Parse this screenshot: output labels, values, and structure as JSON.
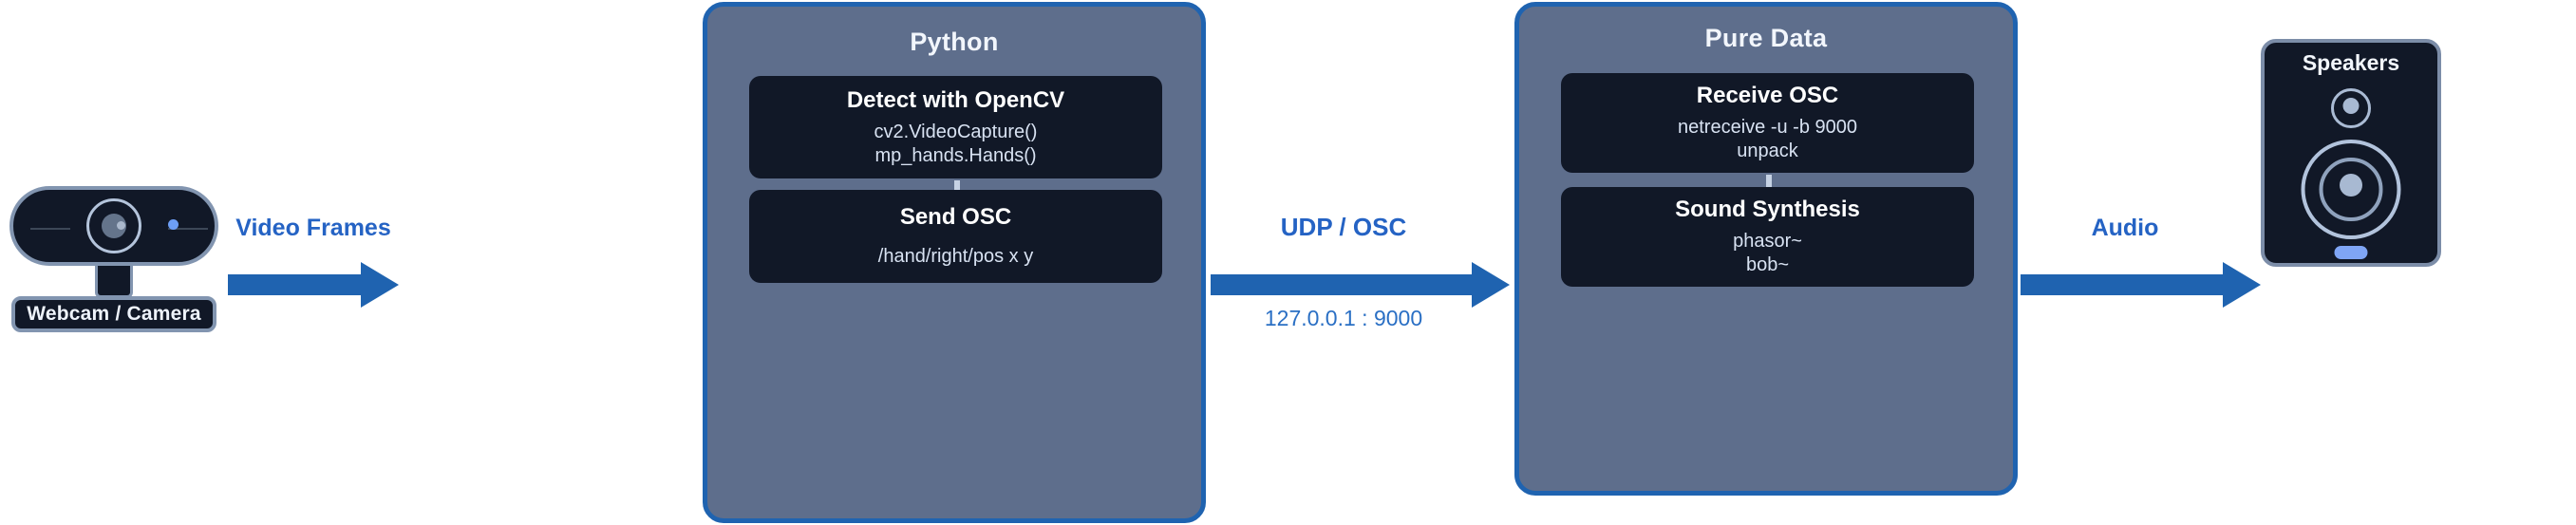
{
  "diagram": {
    "title": "Webcam to Python to Pure Data to Speakers OSC pipeline",
    "colors": {
      "background": "#ffffff",
      "arrow_blue": "#1f63b0",
      "label_blue": "#2563c4",
      "panel_fill": "#5e6e8c",
      "panel_border": "#1f63b0",
      "card_fill": "#111827",
      "device_fill": "#111827",
      "device_border": "#8295b0",
      "accent_led": "#6d9ef5",
      "text_light": "#eef3fb"
    }
  },
  "webcam": {
    "label": "Webcam / Camera",
    "icons": {
      "lens": "camera-lens-icon",
      "led": "status-led-icon"
    }
  },
  "arrows": [
    {
      "id": "video-frames",
      "label": "Video Frames",
      "sublabel": ""
    },
    {
      "id": "udp-osc",
      "label": "UDP / OSC",
      "sublabel": "127.0.0.1 : 9000"
    },
    {
      "id": "audio",
      "label": "Audio",
      "sublabel": ""
    }
  ],
  "panels": [
    {
      "id": "python",
      "title": "Python",
      "cards": [
        {
          "id": "detect-with-opencv",
          "title": "Detect with OpenCV",
          "lines": [
            "cv2.VideoCapture()",
            "mp_hands.Hands()"
          ]
        },
        {
          "id": "send-osc",
          "title": "Send OSC",
          "lines": [
            "/hand/right/pos x y"
          ]
        }
      ]
    },
    {
      "id": "pure-data",
      "title": "Pure Data",
      "cards": [
        {
          "id": "receive-osc",
          "title": "Receive OSC",
          "lines": [
            "netreceive -u -b 9000",
            "unpack"
          ]
        },
        {
          "id": "sound-synthesis",
          "title": "Sound Synthesis",
          "lines": [
            "phasor~",
            "bob~"
          ]
        }
      ]
    }
  ],
  "speakers": {
    "title": "Speakers",
    "icons": {
      "tweeter": "speaker-tweeter-icon",
      "woofer": "speaker-woofer-icon",
      "led": "power-led-icon"
    }
  }
}
